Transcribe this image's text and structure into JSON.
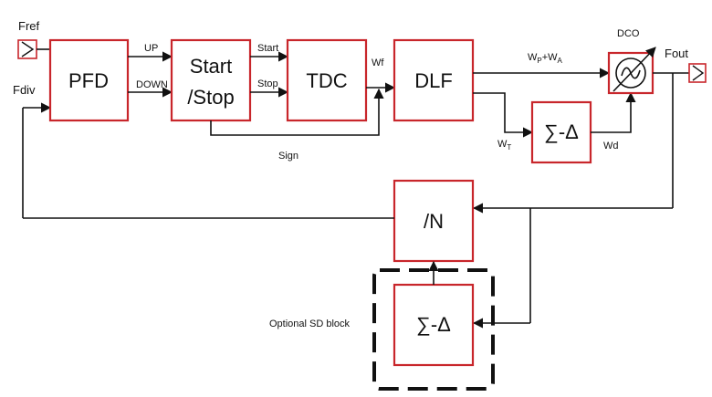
{
  "colors": {
    "block_border": "#c8262b",
    "wire": "#111111",
    "background": "#ffffff"
  },
  "inputs": {
    "fref": "Fref",
    "fdiv": "Fdiv"
  },
  "output": {
    "fout": "Fout"
  },
  "blocks": {
    "pfd": "PFD",
    "start_stop_line1": "Start",
    "start_stop_line2": "/Stop",
    "tdc": "TDC",
    "dlf": "DLF",
    "sigma_delta_top": "∑-Δ",
    "divider": "/N",
    "sigma_delta_bottom": "∑-Δ",
    "dco": "DCO"
  },
  "signals": {
    "up": "UP",
    "down": "DOWN",
    "start": "Start",
    "stop": "Stop",
    "wf": "Wf",
    "sign": "Sign",
    "wp_wa_p": "W",
    "wp_wa_p_sub": "P",
    "wp_wa_plus": "+W",
    "wp_wa_a_sub": "A",
    "wt": "W",
    "wt_sub": "T",
    "wd": "Wd"
  },
  "annotations": {
    "optional_block": "Optional SD block"
  },
  "icons": [
    "sine-wave-icon",
    "variable-arrow-icon",
    "arrow-icon"
  ]
}
